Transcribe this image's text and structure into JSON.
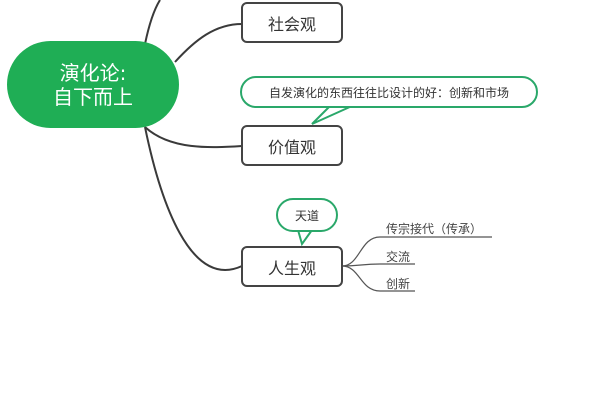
{
  "root": {
    "line1": "演化论:",
    "line2": "自下而上"
  },
  "branches": [
    {
      "label": "社会观"
    },
    {
      "label": "价值观",
      "callout": "自发演化的东西往往比设计的好：创新和市场"
    },
    {
      "label": "人生观",
      "callout": "天道",
      "children": [
        {
          "label": "传宗接代（传承）"
        },
        {
          "label": "交流"
        },
        {
          "label": "创新"
        }
      ]
    }
  ],
  "colors": {
    "root": "#1fae55",
    "callout_border": "#2aa86a",
    "node_border": "#444444"
  }
}
